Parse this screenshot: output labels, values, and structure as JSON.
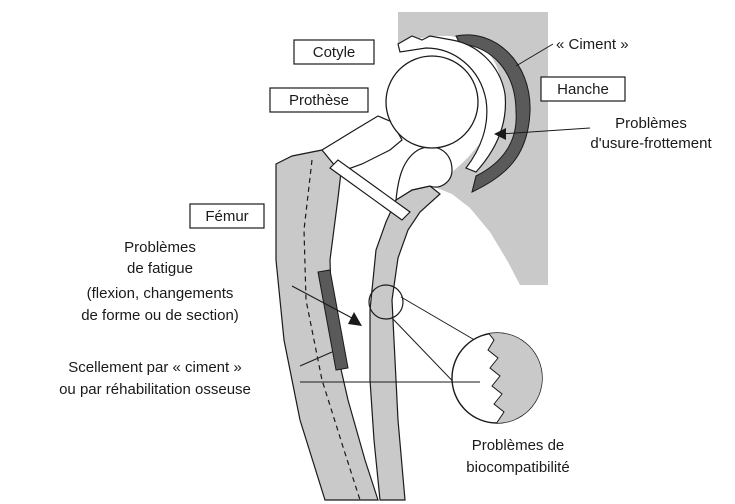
{
  "labels": {
    "cotyle": "Cotyle",
    "ciment_top": "« Ciment »",
    "prothese": "Prothèse",
    "hanche": "Hanche",
    "usure_line1": "Problèmes",
    "usure_line2": "d'usure-frottement",
    "femur": "Fémur",
    "fatigue_line1": "Problèmes",
    "fatigue_line2": "de fatigue",
    "fatigue_line3": "(flexion, changements",
    "fatigue_line4": "de forme ou de section)",
    "scellement_line1": "Scellement par « ciment »",
    "scellement_line2": "ou par réhabilitation osseuse",
    "biocompat_line1": "Problèmes de",
    "biocompat_line2": "biocompatibilité"
  },
  "colors": {
    "bone": "#c9c9c9",
    "cement": "#5a5a5a",
    "outline": "#1a1a1a",
    "background": "#ffffff"
  }
}
